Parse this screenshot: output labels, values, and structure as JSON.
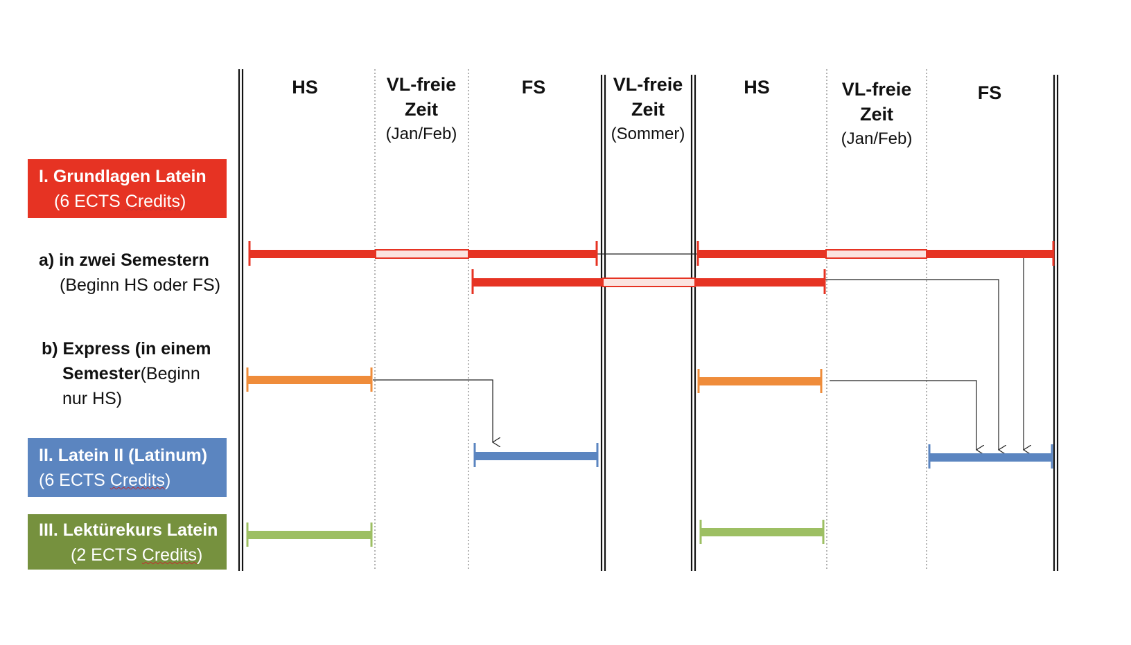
{
  "columns": [
    {
      "title": "HS",
      "sub1": "",
      "sub2": ""
    },
    {
      "title": "VL-freie",
      "sub1": "Zeit",
      "sub2": "(Jan/Feb)"
    },
    {
      "title": "FS",
      "sub1": "",
      "sub2": ""
    },
    {
      "title": "VL-freie",
      "sub1": "Zeit",
      "sub2": "(Sommer)"
    },
    {
      "title": "HS",
      "sub1": "",
      "sub2": ""
    },
    {
      "title": "VL-freie",
      "sub1": "Zeit",
      "sub2": "(Jan/Feb)"
    },
    {
      "title": "FS",
      "sub1": "",
      "sub2": ""
    }
  ],
  "boxes": {
    "grundlagen": {
      "line1": "I. Grundlagen Latein",
      "line2_pre": "(6 ECTS ",
      "line2_word": "Credits",
      "line2_post": ")",
      "color": "#e63323"
    },
    "latein2": {
      "line1": "II. Latein II (Latinum)",
      "line2_pre": "(6 ECTS ",
      "line2_word": "Credits",
      "line2_post": ")",
      "color": "#5b85c0"
    },
    "lektuere": {
      "line1": "III. Lektürekurs Latein",
      "line2_pre": "(2 ECTS ",
      "line2_word": "Credits",
      "line2_post": ")",
      "color": "#76913e"
    }
  },
  "rows": {
    "a": {
      "line1": "a) in zwei Semestern",
      "line2": "(Beginn HS oder FS)"
    },
    "b": {
      "line1": "b) Express (in einem",
      "line2_bold": "Semester",
      "line2_rest": "(Beginn",
      "line3": "nur HS)"
    }
  },
  "colors": {
    "red": "#e63323",
    "orange": "#ef8c3a",
    "blue": "#5b85c0",
    "green": "#9dbf63",
    "gap": "#fbe4e0"
  }
}
